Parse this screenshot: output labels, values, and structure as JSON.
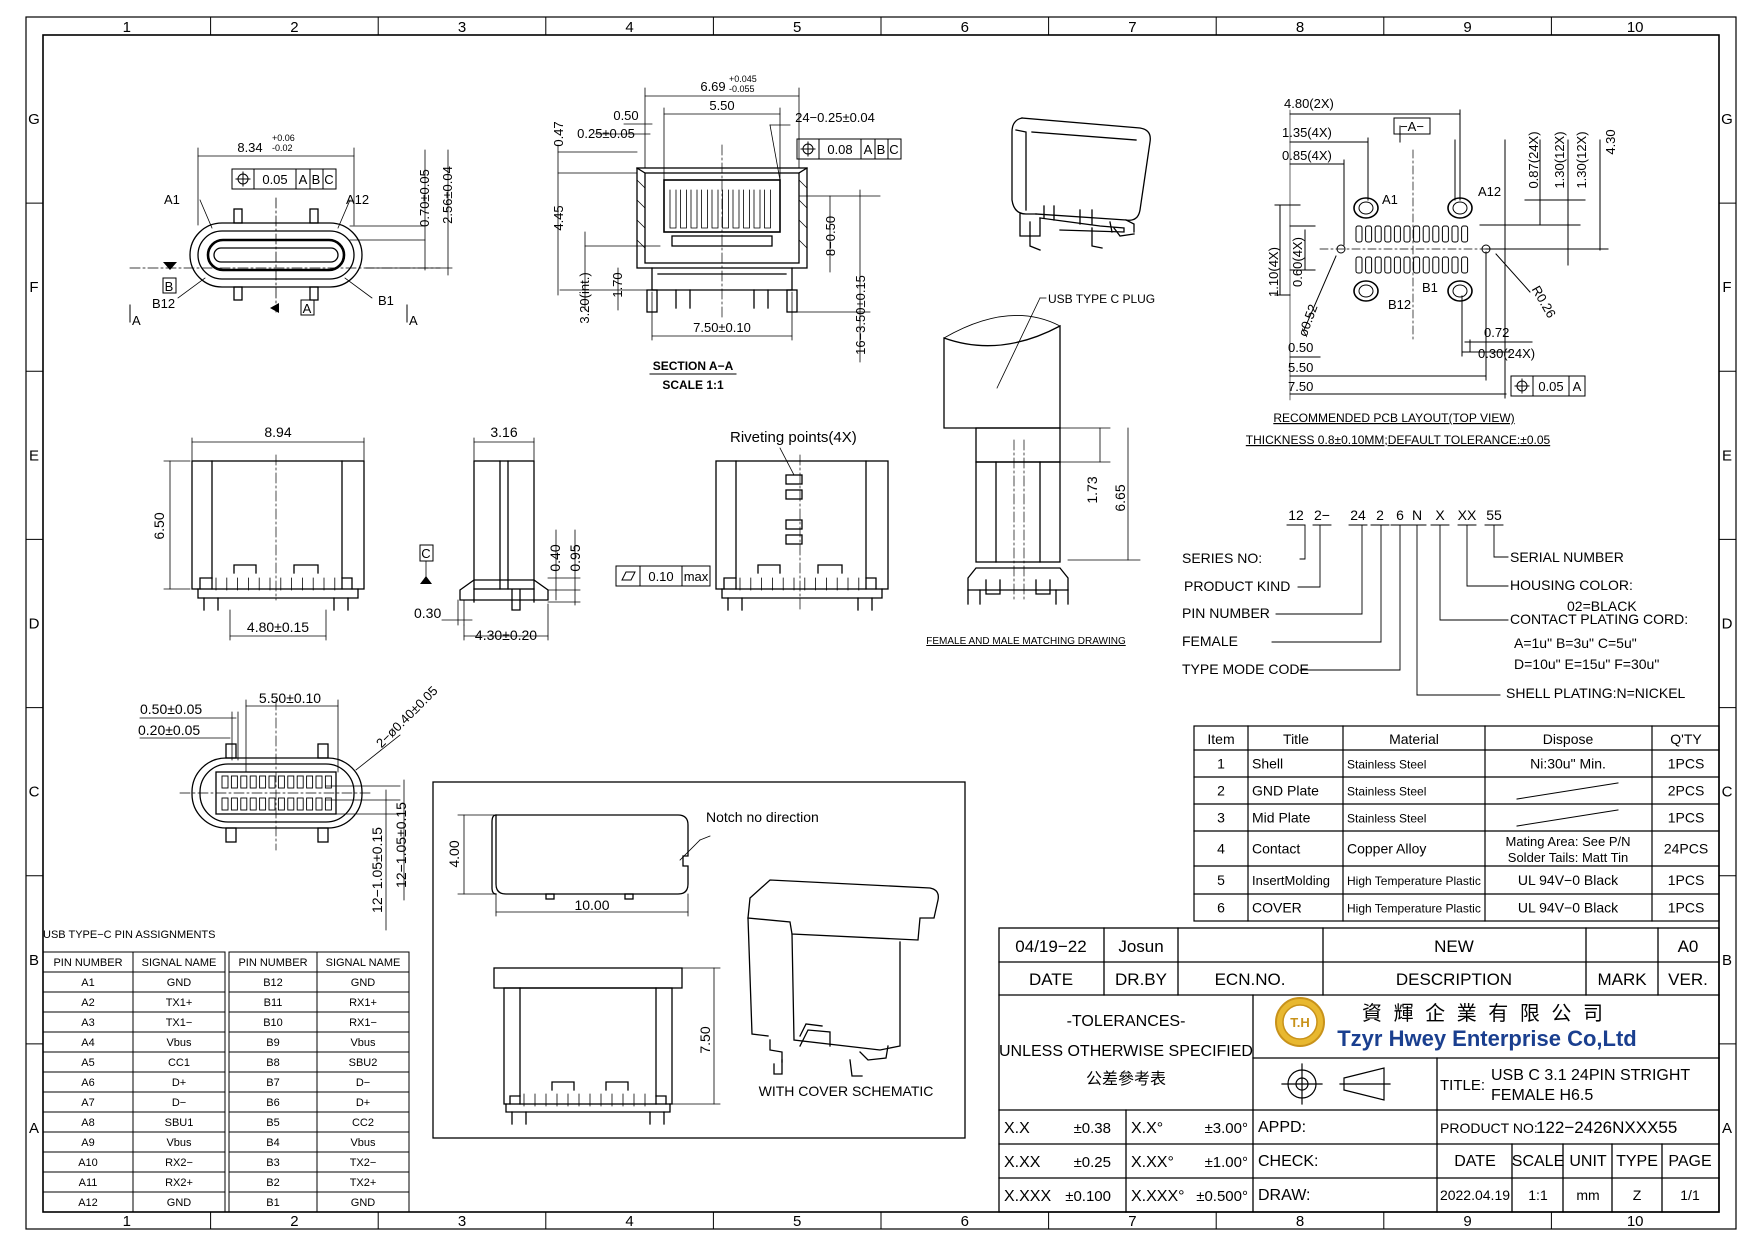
{
  "frame": {
    "col_numbers": [
      "1",
      "2",
      "3",
      "4",
      "5",
      "6",
      "7",
      "8",
      "9",
      "10"
    ],
    "row_letters": [
      "G",
      "F",
      "E",
      "D",
      "C",
      "B",
      "A"
    ]
  },
  "views": {
    "front": {
      "width_dim": "8.34",
      "width_tol_plus": "+0.06",
      "width_tol_minus": "-0.02",
      "fcf": [
        "0.05",
        "A",
        "B",
        "C"
      ],
      "pin_a1": "A1",
      "pin_a12": "A12",
      "pin_b12": "B12",
      "pin_b1": "B1",
      "dim_070": "0.70±0.05",
      "dim_256": "2.56±0.04",
      "datum_b": "B",
      "datum_a": "A",
      "section_a": "A"
    },
    "section": {
      "dim_669": "6.69",
      "tol_669_plus": "+0.045",
      "tol_669_minus": "-0.055",
      "dim_550": "5.50",
      "dim_047": "0.47",
      "dim_050": "0.50",
      "dim_025": "0.25±0.05",
      "dim_24": "24−0.25±0.04",
      "fcf": [
        "0.08",
        "A",
        "B",
        "C"
      ],
      "dim_445": "4.45",
      "dim_8": "8−0.50",
      "dim_320": "3.20(int.)",
      "dim_170": "1.70",
      "dim_750": "7.50±0.10",
      "dim_16": "16−3.50±0.15",
      "title": "SECTION A−A",
      "scale": "SCALE 1:1"
    },
    "iso_view_label": "",
    "side1": {
      "w": "8.94",
      "h": "6.50",
      "pitch": "4.80±0.15"
    },
    "side2": {
      "w": "3.16",
      "d040": "0.40",
      "d095": "0.95",
      "d030": "0.30",
      "d430": "4.30±0.20",
      "datum_c": "C"
    },
    "side3": {
      "rivet": "Riveting points(4X)",
      "flat": "0.10",
      "max": "max"
    },
    "mating": {
      "plug": "USB TYPE C PLUG",
      "d173": "1.73",
      "d665": "6.65",
      "caption": "FEMALE AND MALE MATCHING DRAWING"
    },
    "bottom": {
      "d050": "0.50±0.05",
      "d020": "0.20±0.05",
      "d550": "5.50±0.10",
      "hole": "2−ø0.40±0.05",
      "d12a": "12−1.05±0.15",
      "d12b": "12−1.05±0.15"
    },
    "cover": {
      "d400": "4.00",
      "d1000": "10.00",
      "notch": "Notch no direction",
      "d750": "7.50",
      "caption": "WITH COVER SCHEMATIC"
    }
  },
  "pcb": {
    "d480": "4.80(2X)",
    "d135": "1.35(4X)",
    "d085": "0.85(4X)",
    "datum": "−A−",
    "d087": "0.87(24X)",
    "d130a": "1.30(12X)",
    "d130b": "1.30(12X)",
    "d430": "4.30",
    "a1": "A1",
    "a12": "A12",
    "b1": "B1",
    "b12": "B12",
    "d110": "1.10(4X)",
    "d060": "0.60(4X)",
    "d052": "ø0.52",
    "r026": "R0.26",
    "d072": "0.72",
    "d030": "0.30(24X)",
    "d050": "0.50",
    "d550": "5.50",
    "d750": "7.50",
    "fcf": [
      "0.05",
      "A"
    ],
    "title": "RECOMMENDED PCB LAYOUT(TOP VIEW)",
    "thickness": "THICKNESS 0.8±0.10MM;DEFAULT TOLERANCE:±0.05"
  },
  "partnum": {
    "segments": [
      "12",
      "2−",
      "24",
      "2",
      "6",
      "N",
      "X",
      "XX",
      "55"
    ],
    "series": "SERIES NO:",
    "product": "PRODUCT KIND",
    "pin": "PIN NUMBER",
    "female": "FEMALE",
    "type": "TYPE MODE CODE",
    "serial": "SERIAL NUMBER",
    "housing": "HOUSING COLOR:",
    "black": "02=BLACK",
    "plating": "CONTACT PLATING CORD:",
    "plating1": "A=1u\"   B=3u\"   C=5u\"",
    "plating2": "D=10u\" E=15u\" F=30u\"",
    "shell": "SHELL PLATING:N=NICKEL"
  },
  "bom": {
    "headers": [
      "Item",
      "Title",
      "Material",
      "Dispose",
      "Q'TY"
    ],
    "rows": [
      [
        "1",
        "Shell",
        "Stainless Steel",
        "Ni:30u\" Min.",
        "1PCS"
      ],
      [
        "2",
        "GND Plate",
        "Stainless Steel",
        "",
        "2PCS"
      ],
      [
        "3",
        "Mid Plate",
        "Stainless Steel",
        "",
        "1PCS"
      ],
      [
        "4",
        "Contact",
        "Copper Alloy",
        "Mating Area: See P/N|Solder Tails: Matt Tin",
        "24PCS"
      ],
      [
        "5",
        "InsertMolding",
        "High Temperature Plastic",
        "UL 94V−0 Black",
        "1PCS"
      ],
      [
        "6",
        "COVER",
        "High Temperature Plastic",
        "UL 94V−0 Black",
        "1PCS"
      ]
    ]
  },
  "pins": {
    "title": "USB TYPE−C PIN ASSIGNMENTS",
    "headers": [
      "PIN NUMBER",
      "SIGNAL NAME",
      "PIN NUMBER",
      "SIGNAL NAME"
    ],
    "rows": [
      [
        "A1",
        "GND",
        "B12",
        "GND"
      ],
      [
        "A2",
        "TX1+",
        "B11",
        "RX1+"
      ],
      [
        "A3",
        "TX1−",
        "B10",
        "RX1−"
      ],
      [
        "A4",
        "Vbus",
        "B9",
        "Vbus"
      ],
      [
        "A5",
        "CC1",
        "B8",
        "SBU2"
      ],
      [
        "A6",
        "D+",
        "B7",
        "D−"
      ],
      [
        "A7",
        "D−",
        "B6",
        "D+"
      ],
      [
        "A8",
        "SBU1",
        "B5",
        "CC2"
      ],
      [
        "A9",
        "Vbus",
        "B4",
        "Vbus"
      ],
      [
        "A10",
        "RX2−",
        "B3",
        "TX2−"
      ],
      [
        "A11",
        "RX2+",
        "B2",
        "TX2+"
      ],
      [
        "A12",
        "GND",
        "B1",
        "GND"
      ]
    ]
  },
  "titleblock": {
    "rev_date": "04/19−22",
    "rev_by": "Josun",
    "rev_desc": "NEW",
    "rev_ver": "A0",
    "h_date": "DATE",
    "h_drby": "DR.BY",
    "h_ecn": "ECN.NO.",
    "h_desc": "DESCRIPTION",
    "h_mark": "MARK",
    "h_ver": "VER.",
    "tol_title": "-TOLERANCES-",
    "tol_sub": "UNLESS OTHERWISE SPECIFIED",
    "tol_cn": "公差參考表",
    "company_cn": "資 輝 企 業 有 限 公 司",
    "company_en": "Tzyr Hwey Enterprise Co,Ltd",
    "logo": "T.H",
    "title_label": "TITLE:",
    "title_1": "USB C 3.1 24PIN STRIGHT",
    "title_2": "FEMALE H6.5",
    "tol_rows": [
      [
        "X.X",
        "±0.38",
        "X.X°",
        "±3.00°"
      ],
      [
        "X.XX",
        "±0.25",
        "X.XX°",
        "±1.00°"
      ],
      [
        "X.XXX",
        "±0.100",
        "X.XXX°",
        "±0.500°"
      ]
    ],
    "appd": "APPD:",
    "check": "CHECK:",
    "draw": "DRAW:",
    "product_label": "PRODUCT NO:",
    "product_no": "122−2426NXXX55",
    "f_date": "DATE",
    "f_scale": "SCALE",
    "f_unit": "UNIT",
    "f_type": "TYPE",
    "f_page": "PAGE",
    "v_date": "2022.04.19",
    "v_scale": "1:1",
    "v_unit": "mm",
    "v_type": "Z",
    "v_page": "1/1"
  }
}
